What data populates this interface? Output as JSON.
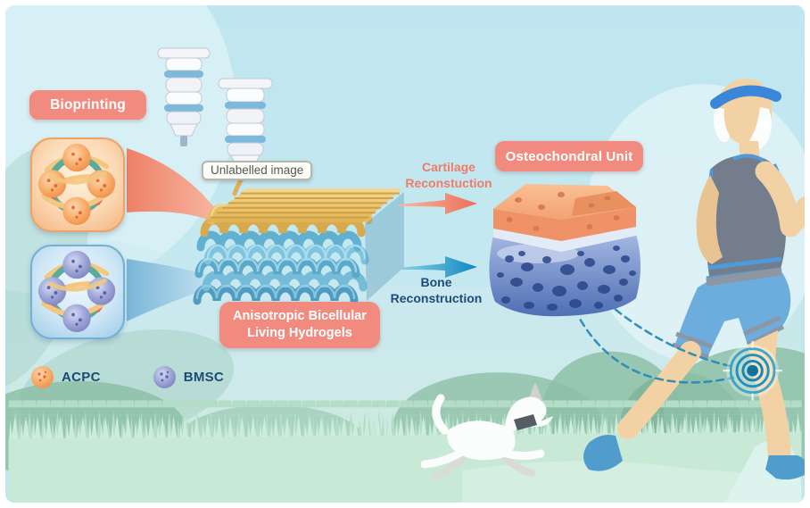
{
  "labels": {
    "bioprinting": "Bioprinting",
    "hydrogel_line1": "Anisotropic Bicellular",
    "hydrogel_line2": "Living Hydrogels",
    "osteochondral": "Osteochondral Unit"
  },
  "tooltip": {
    "text": "Unlabelled image"
  },
  "arrows": {
    "cartilage": {
      "line1": "Cartilage",
      "line2": "Reconstuction",
      "color": "#ee7c68"
    },
    "bone": {
      "line1": "Bone",
      "line2": "Reconstruction",
      "color": "#1f8fc4"
    }
  },
  "legend": {
    "items": [
      {
        "label": "ACPC",
        "cell_color": "#f08a48",
        "icon": "acpc-cell-icon"
      },
      {
        "label": "BMSC",
        "cell_color": "#7a81bd",
        "icon": "bmsc-cell-icon"
      }
    ]
  },
  "colors": {
    "badge_bg": "#f18b80",
    "badge_text": "#ffffff",
    "navy_text": "#1d4976",
    "sky": "#bfe6f0",
    "grass": "#c9e9d7",
    "lattice_top": "#e6bc60",
    "lattice_bottom": "#6db7d6",
    "cartilage_layer": "#f09267",
    "bone_layer": "#5672b8",
    "dashed_line": "#2a8cb8"
  }
}
